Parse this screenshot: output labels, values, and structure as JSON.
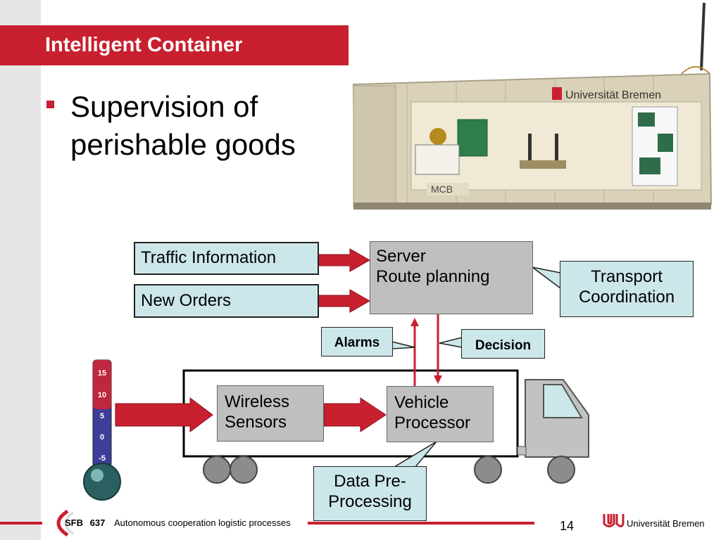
{
  "slide": {
    "title": "Intelligent Container",
    "bullet": [
      "Supervision of",
      "perishable goods"
    ],
    "page_number": "14"
  },
  "photo": {
    "logo_text": "Universität Bremen",
    "mcb_text": "MCB"
  },
  "diagram": {
    "traffic_information": "Traffic Information",
    "new_orders": "New Orders",
    "server": [
      "Server",
      "Route planning"
    ],
    "transport_coordination": [
      "Transport",
      "Coordination"
    ],
    "alarms": "Alarms",
    "decision": "Decision",
    "wireless_sensors": [
      "Wireless",
      "Sensors"
    ],
    "vehicle_processor": [
      "Vehicle",
      "Processor"
    ],
    "data_preprocessing": [
      "Data Pre-",
      "Processing"
    ],
    "thermometer_ticks": [
      "15",
      "10",
      "5",
      "0",
      "-5"
    ]
  },
  "footer": {
    "sfb_label": "SFB",
    "sfb_number": "637",
    "tagline": "Autonomous cooperation logistic processes",
    "university": "Universität Bremen"
  },
  "colors": {
    "accent_red": "#c8202f",
    "box_cyan": "#cce7ea",
    "box_grey": "#bfbfbf"
  }
}
